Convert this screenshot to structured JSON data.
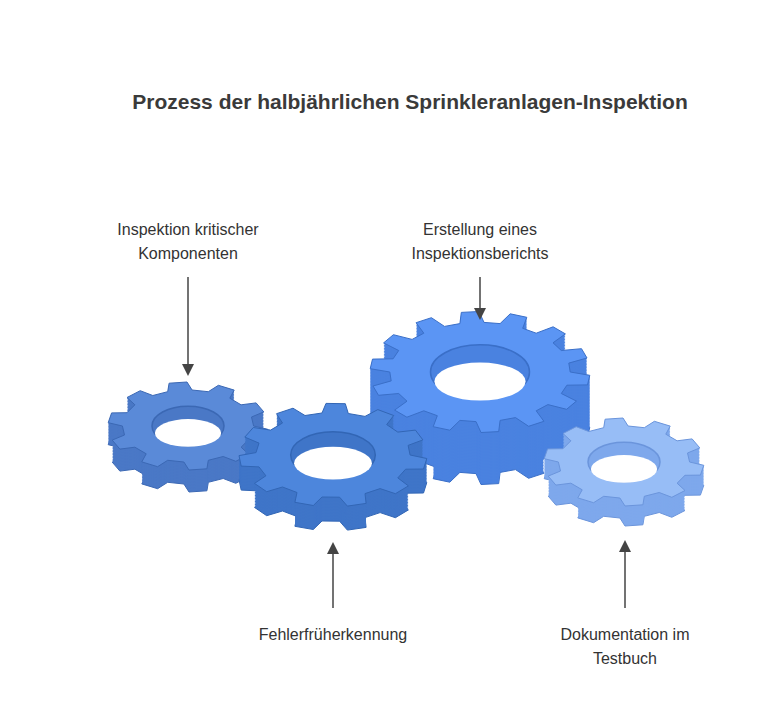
{
  "diagram": {
    "title": "Prozess der halbjährlichen Sprinkleranlagen-Inspektion",
    "labels": [
      "Inspektion kritischer Komponenten",
      "Erstellung eines Inspektionsberichts",
      "Fehlerfrüherkennung",
      "Dokumentation im Testbuch"
    ]
  }
}
